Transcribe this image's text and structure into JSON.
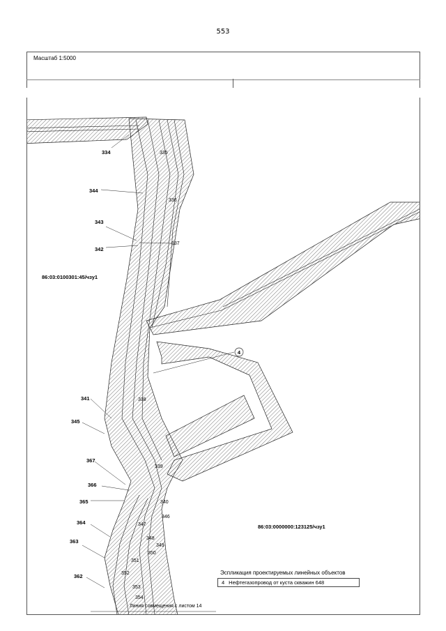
{
  "page_number": "553",
  "scale": "Масштаб 1:5000",
  "point_labels": [
    "334",
    "335",
    "336",
    "337",
    "338",
    "339",
    "340",
    "341",
    "342",
    "343",
    "344",
    "345",
    "346",
    "347",
    "348",
    "349",
    "350",
    "351",
    "352",
    "353",
    "354",
    "362",
    "363",
    "364",
    "365",
    "366",
    "367"
  ],
  "parcels": [
    "86:03:0100301:45/чзу1",
    "86:03:0000000:123125/чзу1"
  ],
  "callout": "4",
  "legend": {
    "title": "Эспликация проектируемых линейных объектов",
    "rows": [
      {
        "num": "4",
        "name": "Нефтегазопровод от куста скважин 648"
      }
    ]
  },
  "bottom_note": "Линия совмещения с листом 14",
  "colors": {
    "hatch": "#555555",
    "line": "#222222"
  }
}
